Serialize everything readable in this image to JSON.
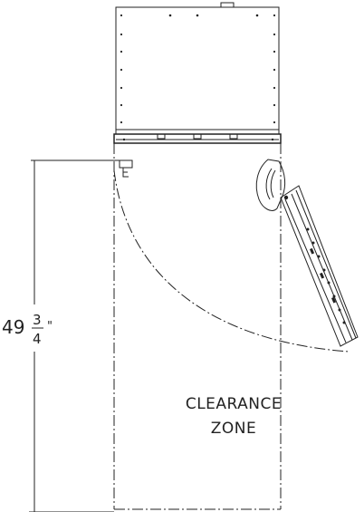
{
  "dimension": {
    "whole": "49",
    "numerator": "3",
    "denominator": "4",
    "unit": "\""
  },
  "clearance_label": {
    "line1": "CLEARANCE",
    "line2": "ZONE"
  }
}
